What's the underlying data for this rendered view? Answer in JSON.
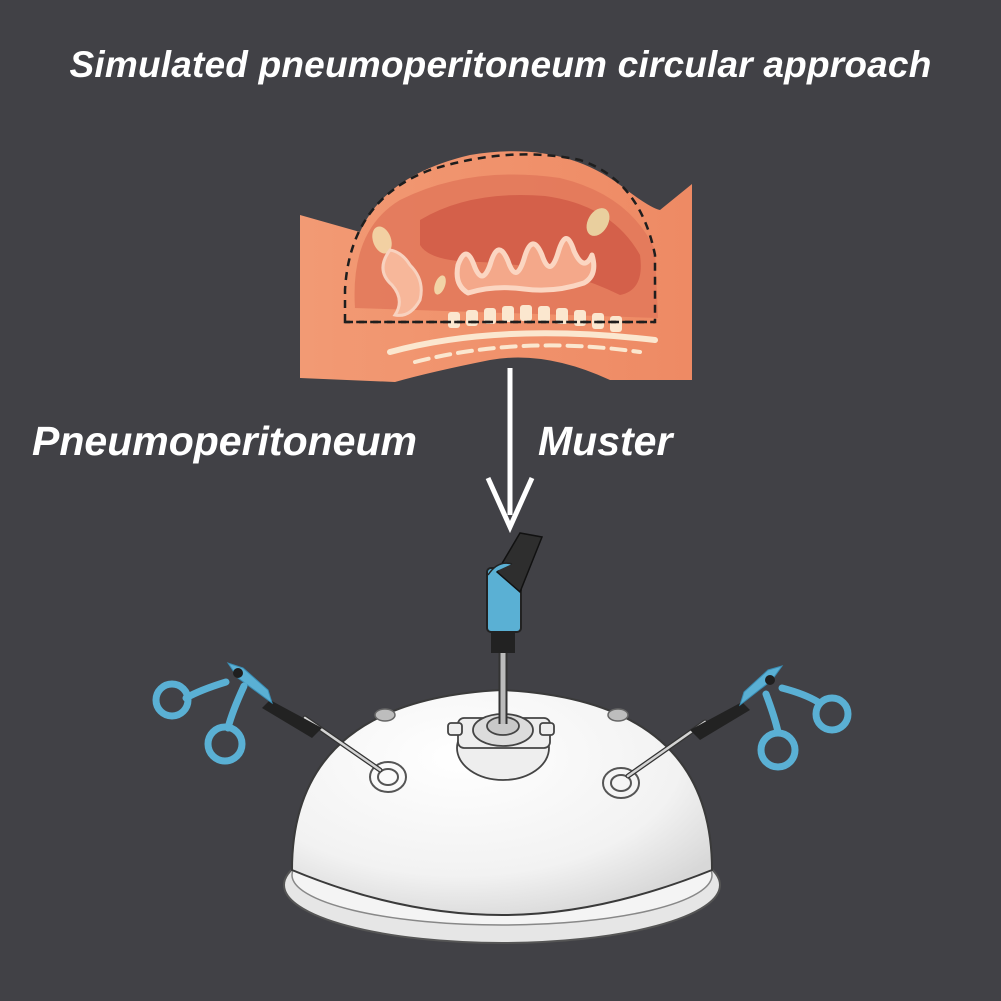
{
  "diagram": {
    "title": "Simulated pneumoperitoneum circular approach",
    "label_left": "Pneumoperitoneum",
    "label_right": "Muster"
  },
  "colors": {
    "background": "#414146",
    "text": "#ffffff",
    "body_tissue": "#f0906a",
    "organ_dark": "#d86a4e",
    "instrument_blue": "#5ab0d4",
    "dome": "#f8f8f8"
  },
  "icons": [
    "abdomen-cross-section",
    "down-arrow-icon",
    "pneumo-nozzle-icon",
    "scissors-instrument-icon",
    "dome-simulator"
  ]
}
